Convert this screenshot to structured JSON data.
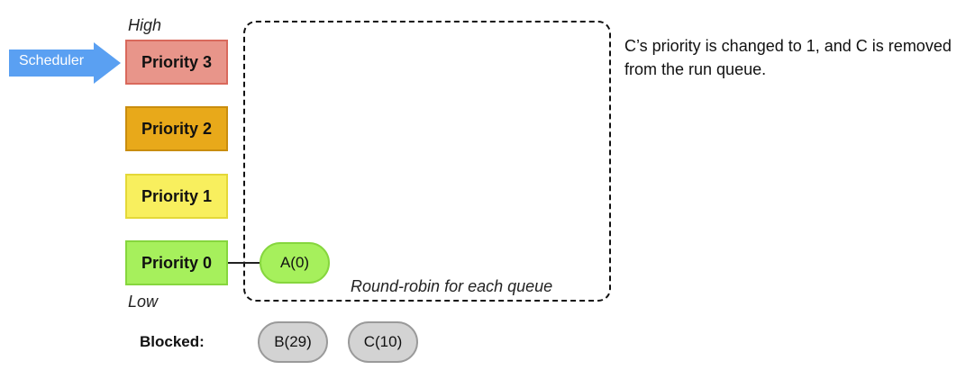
{
  "labels": {
    "high": "High",
    "low": "Low",
    "scheduler": "Scheduler",
    "round_robin": "Round-robin for each queue",
    "blocked": "Blocked:"
  },
  "queues": [
    {
      "label": "Priority 3",
      "fill": "#e8958a",
      "border": "#d9695c"
    },
    {
      "label": "Priority 2",
      "fill": "#e8a91a",
      "border": "#c98d0e"
    },
    {
      "label": "Priority 1",
      "fill": "#f8ef5e",
      "border": "#e4d838"
    },
    {
      "label": "Priority 0",
      "fill": "#a6f05c",
      "border": "#86d63e"
    }
  ],
  "run_queue": {
    "priority_0": [
      {
        "label": "A(0)",
        "fill": "#a6f05c",
        "border": "#86d63e"
      }
    ]
  },
  "blocked_jobs": [
    {
      "label": "B(29)",
      "fill": "#d3d3d3",
      "border": "#9a9a9a"
    },
    {
      "label": "C(10)",
      "fill": "#d3d3d3",
      "border": "#9a9a9a"
    }
  ],
  "colors": {
    "scheduler_arrow": "#5aa0f2"
  },
  "note": "C’s priority is changed to 1, and C is removed from the run queue."
}
